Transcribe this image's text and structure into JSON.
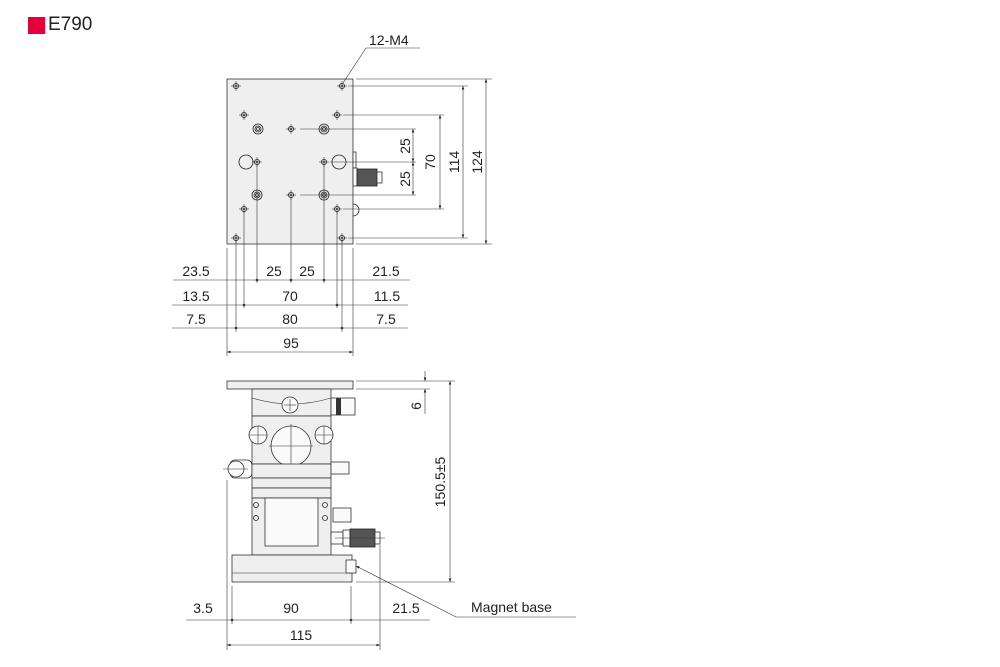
{
  "title": {
    "label": "E790",
    "marker_color": "#e4003a"
  },
  "top_view": {
    "hole_callout": "12-M4",
    "right_dims": {
      "a": "25",
      "b": "25",
      "c": "70",
      "d": "114",
      "e": "124"
    },
    "row1": {
      "left": "23.5",
      "mid1": "25",
      "mid2": "25",
      "right": "21.5"
    },
    "row2": {
      "left": "13.5",
      "mid": "70",
      "right": "11.5"
    },
    "row3": {
      "left": "7.5",
      "mid": "80",
      "right": "7.5"
    },
    "overall": "95"
  },
  "front_view": {
    "top_thickness": "6",
    "height": "150.5±5",
    "row1": {
      "left": "3.5",
      "mid": "90",
      "right": "21.5"
    },
    "overall": "115",
    "callout": "Magnet base"
  }
}
